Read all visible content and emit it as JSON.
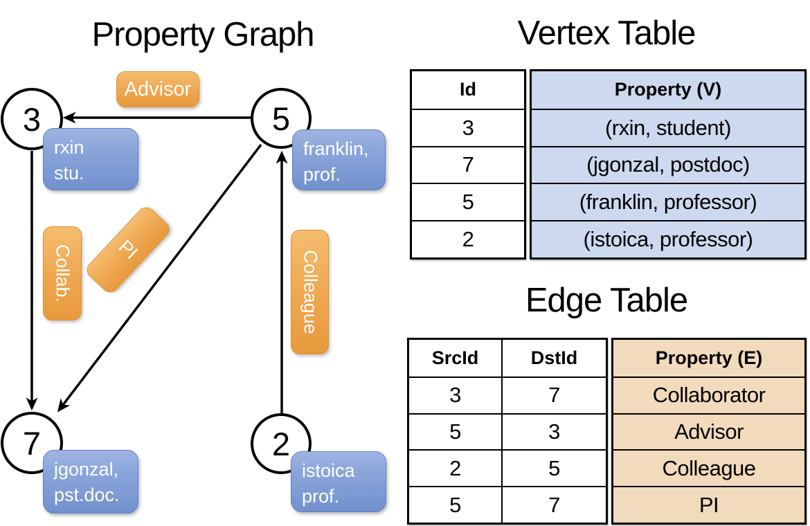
{
  "graph_panel": {
    "title": "Property Graph",
    "vertices": {
      "v3": {
        "id": "3",
        "line1": "rxin",
        "line2": "stu."
      },
      "v5": {
        "id": "5",
        "line1": "franklin,",
        "line2": "prof."
      },
      "v7": {
        "id": "7",
        "line1": "jgonzal,",
        "line2": "pst.doc."
      },
      "v2": {
        "id": "2",
        "line1": "istoica",
        "line2": "prof."
      }
    },
    "edge_labels": {
      "advisor": "Advisor",
      "collab": "Collab.",
      "pi": "PI",
      "colleague": "Colleague"
    }
  },
  "vertex_table": {
    "title": "Vertex Table",
    "headers": {
      "id": "Id",
      "property": "Property (V)"
    },
    "rows": [
      {
        "id": "3",
        "property": "(rxin, student)"
      },
      {
        "id": "7",
        "property": "(jgonzal, postdoc)"
      },
      {
        "id": "5",
        "property": "(franklin, professor)"
      },
      {
        "id": "2",
        "property": "(istoica, professor)"
      }
    ]
  },
  "edge_table": {
    "title": "Edge Table",
    "headers": {
      "src": "SrcId",
      "dst": "DstId",
      "property": "Property (E)"
    },
    "rows": [
      {
        "src": "3",
        "dst": "7",
        "property": "Collaborator"
      },
      {
        "src": "5",
        "dst": "3",
        "property": "Advisor"
      },
      {
        "src": "2",
        "dst": "5",
        "property": "Colleague"
      },
      {
        "src": "5",
        "dst": "7",
        "property": "PI"
      }
    ]
  },
  "colors": {
    "node_fill_top": "#a0b4e2",
    "node_fill_bottom": "#7191ce",
    "edge_label_fill_top": "#f5bd70",
    "edge_label_fill_bottom": "#e8993c",
    "vertex_property_cell": "#cdd9ee",
    "edge_property_cell": "#f2dabd",
    "line_color": "#000000"
  }
}
